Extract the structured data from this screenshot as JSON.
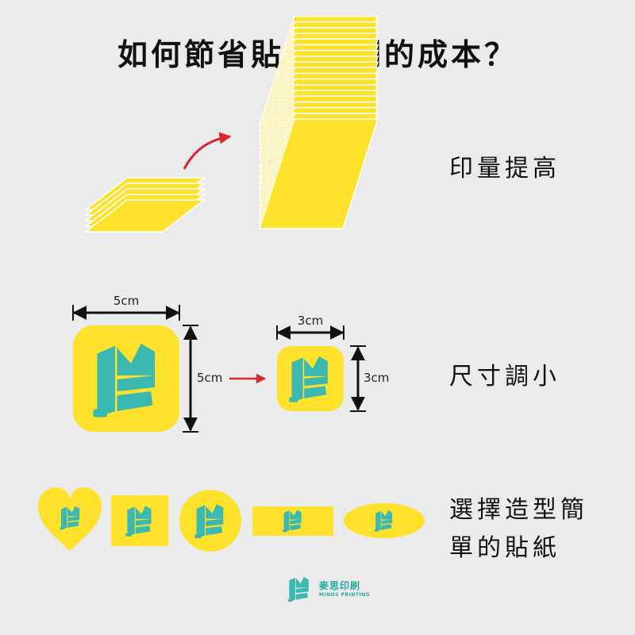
{
  "title": "如何節省貼紙印刷的成本？",
  "tips": {
    "quantity": "印量提高",
    "size": "尺寸調小",
    "shape_line1": "選擇造型簡",
    "shape_line2": "單的貼紙"
  },
  "dimensions": {
    "large_width": "5cm",
    "large_height": "5cm",
    "small_width": "3cm",
    "small_height": "3cm"
  },
  "shapes": [
    "heart",
    "square",
    "circle",
    "rectangle",
    "ellipse"
  ],
  "brand": {
    "name": "麥思印刷",
    "subtitle": "MINDS PRINTING"
  },
  "colors": {
    "background": "#ebebeb",
    "sticker_yellow": "#fde12a",
    "logo_teal": "#3bb8b0",
    "arrow_red": "#d9262c",
    "dimension_black": "#111111"
  },
  "icons": [
    "curved-arrow-icon",
    "right-arrow-icon",
    "dimension-arrow-icon",
    "minds-logo-icon"
  ]
}
